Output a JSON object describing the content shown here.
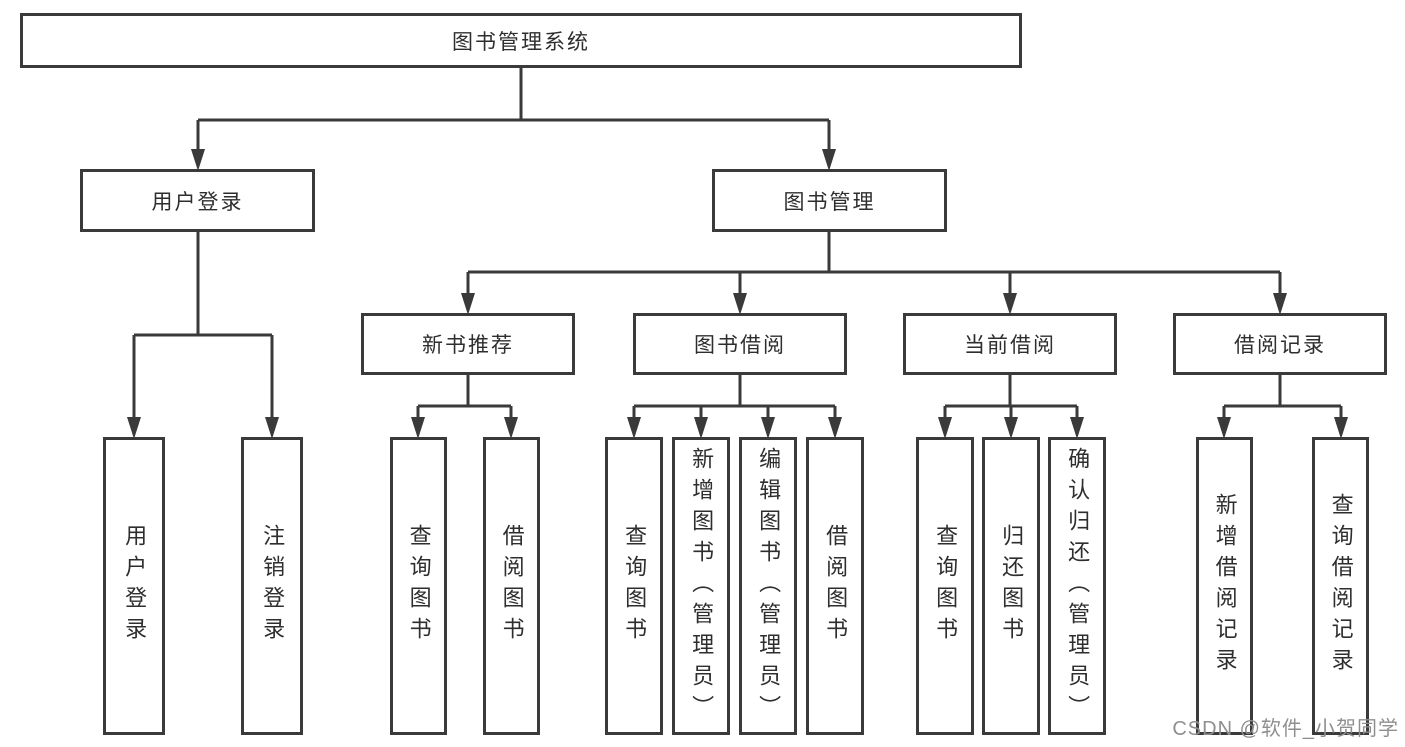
{
  "diagram": {
    "root": {
      "label": "图书管理系统"
    },
    "branches": [
      {
        "label": "用户登录",
        "children": [
          {
            "label": "用户登录"
          },
          {
            "label": "注销登录"
          }
        ]
      },
      {
        "label": "图书管理",
        "children": [
          {
            "label": "新书推荐",
            "children": [
              {
                "label": "查询图书"
              },
              {
                "label": "借阅图书"
              }
            ]
          },
          {
            "label": "图书借阅",
            "children": [
              {
                "label": "查询图书"
              },
              {
                "label": "新增图书（管理员）"
              },
              {
                "label": "编辑图书（管理员）"
              },
              {
                "label": "借阅图书"
              }
            ]
          },
          {
            "label": "当前借阅",
            "children": [
              {
                "label": "查询图书"
              },
              {
                "label": "归还图书"
              },
              {
                "label": "确认归还（管理员）"
              }
            ]
          },
          {
            "label": "借阅记录",
            "children": [
              {
                "label": "新增借阅记录"
              },
              {
                "label": "查询借阅记录"
              }
            ]
          }
        ]
      }
    ]
  },
  "watermark": {
    "text": "CSDN @软件_小贺同学"
  },
  "colors": {
    "line": "#3a3a3a",
    "box_border": "#3a3a3a",
    "text": "#2e2e2e",
    "watermark": "#8f8f8f",
    "background": "#ffffff"
  }
}
